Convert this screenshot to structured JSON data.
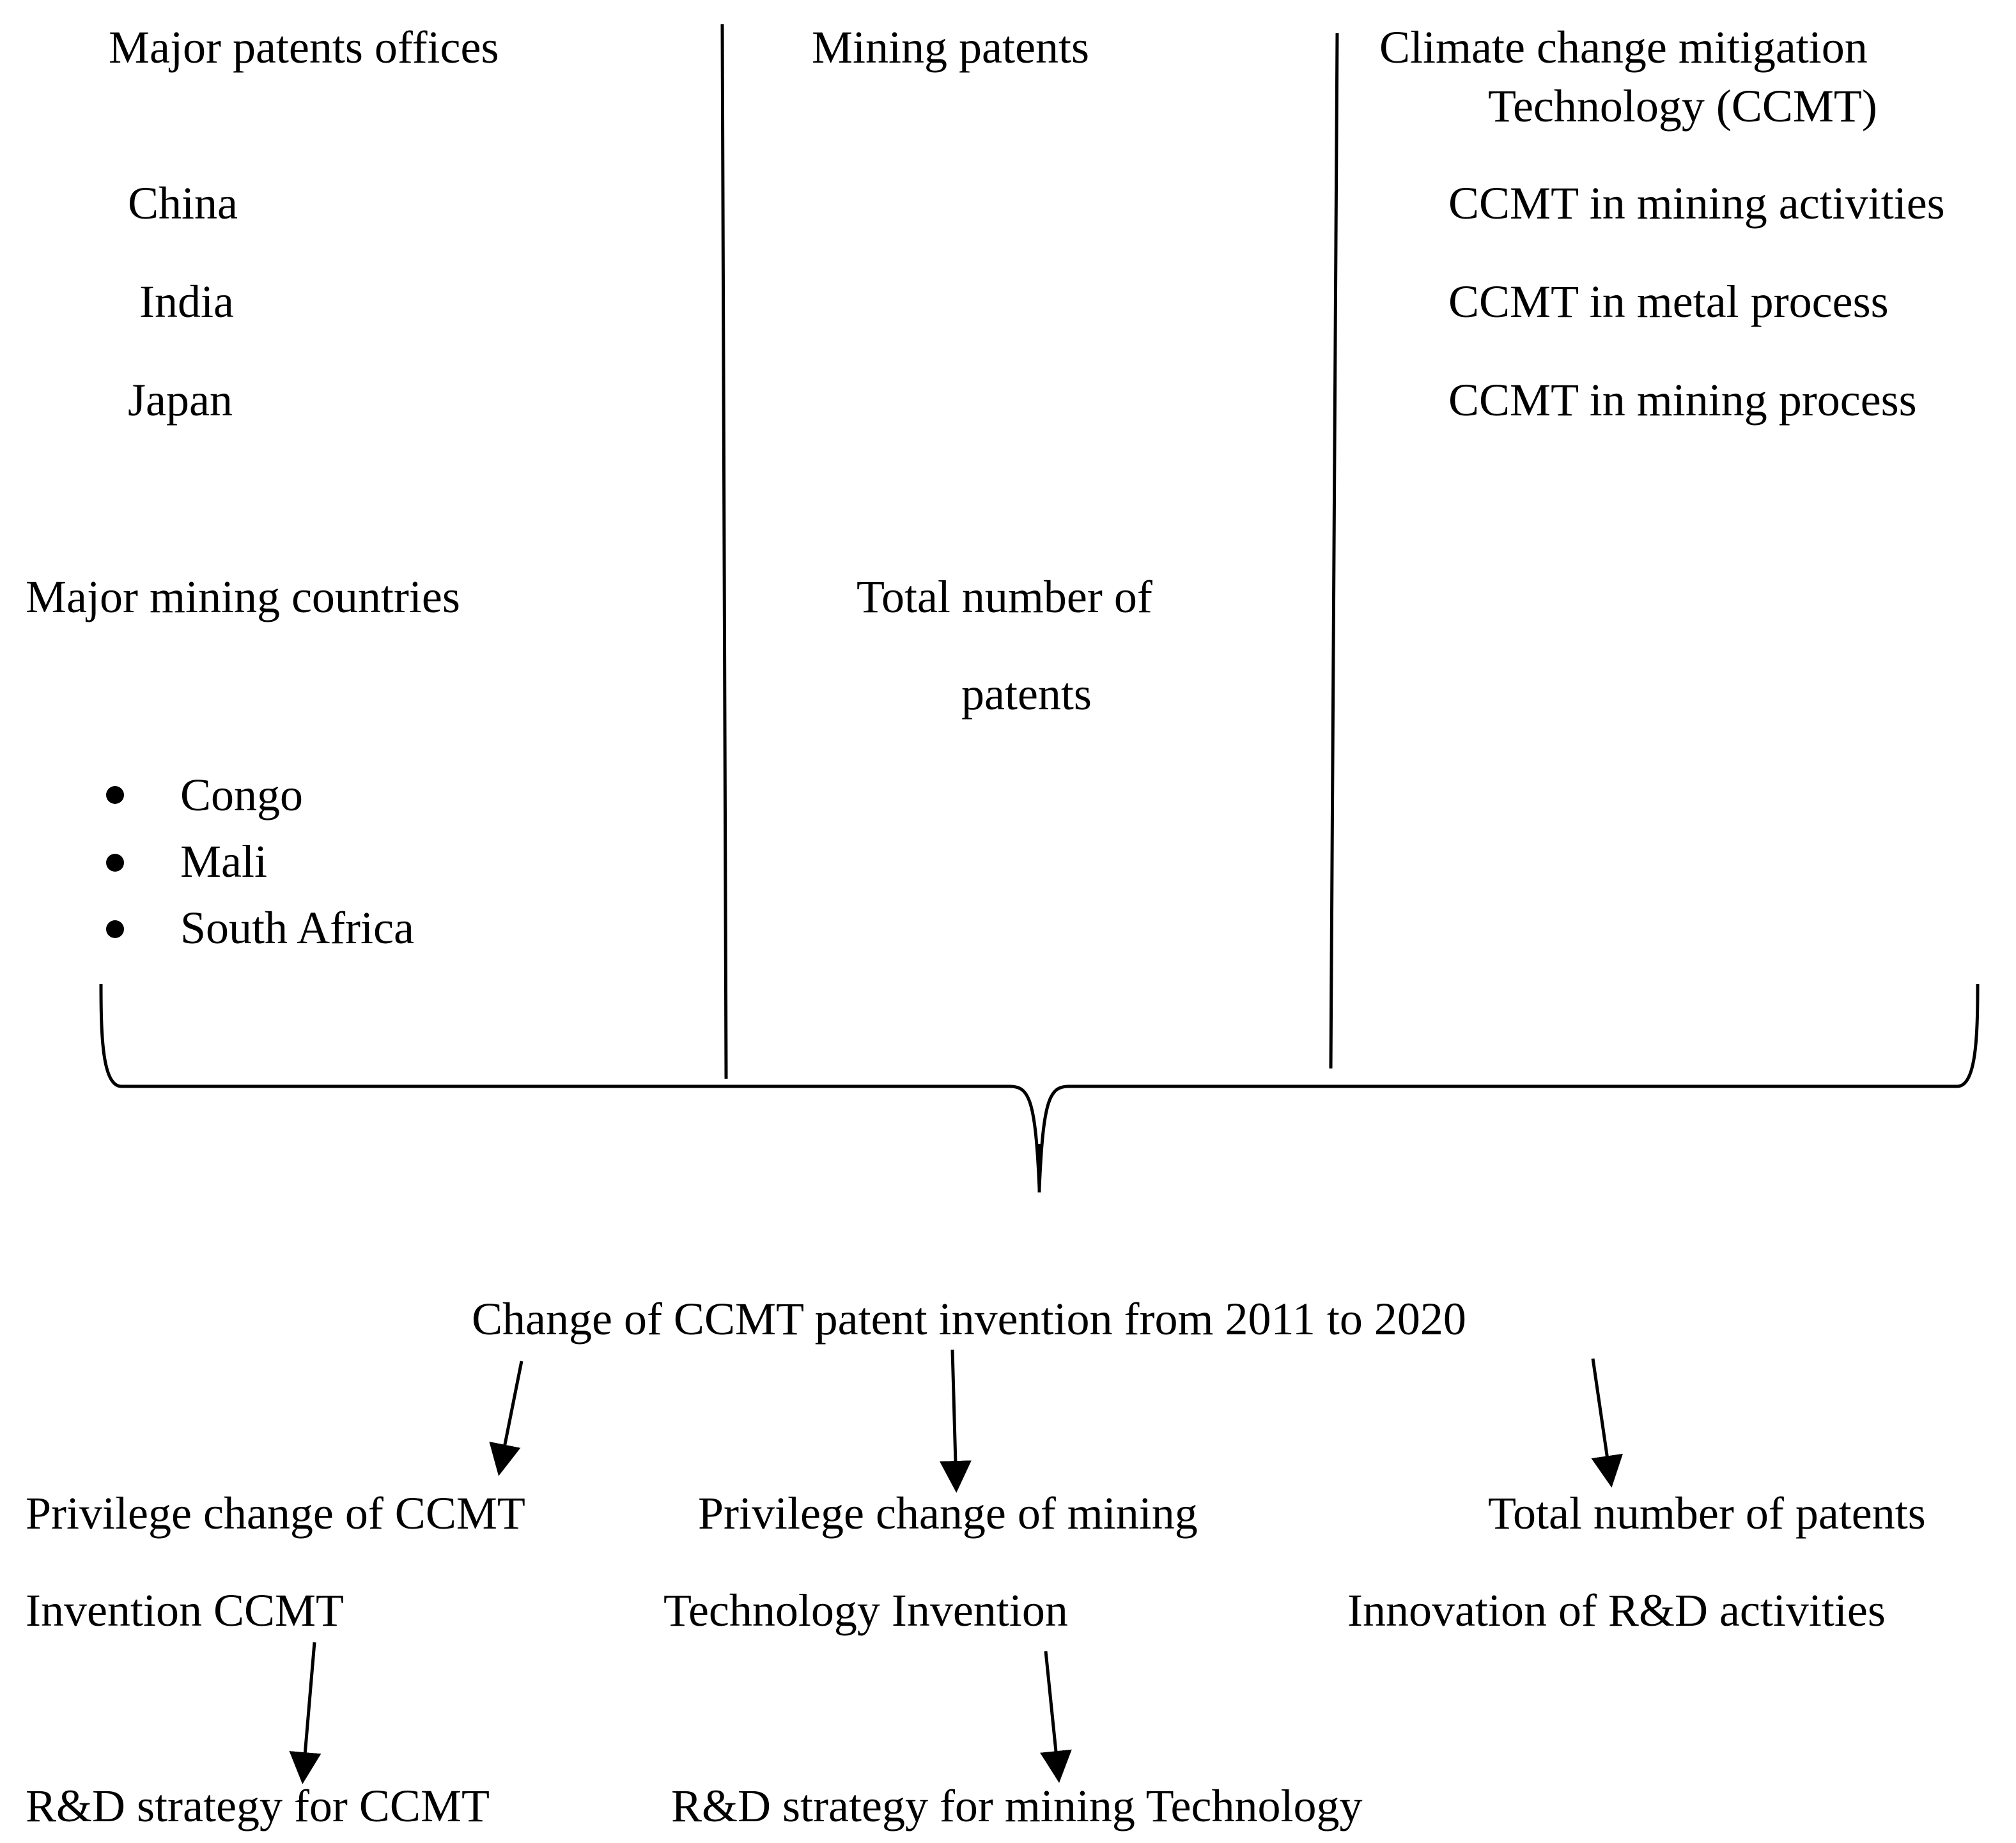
{
  "columns": {
    "left": {
      "heading": "Major patents offices",
      "offices": [
        "China",
        "India",
        "Japan"
      ],
      "countries_heading": "Major mining countries",
      "countries": [
        "Congo",
        "Mali",
        "South Africa"
      ]
    },
    "middle": {
      "heading": "Mining patents",
      "total_line1": "Total number of",
      "total_line2": "patents"
    },
    "right": {
      "heading_line1": "Climate change mitigation",
      "heading_line2": "Technology (CCMT)",
      "items": [
        "CCMT in mining activities",
        "CCMT in metal process",
        "CCMT in mining process"
      ]
    }
  },
  "center": {
    "title": "Change of CCMT patent invention from 2011 to 2020"
  },
  "outcomes": {
    "left_line1": "Privilege change of CCMT",
    "left_line2": "Invention CCMT",
    "middle_line1": "Privilege change of mining",
    "middle_line2": "Technology Invention",
    "right_line1": "Total number of patents",
    "right_line2": "Innovation of R&D activities"
  },
  "strategies": {
    "left": "R&D strategy for CCMT",
    "middle": "R&D strategy for mining Technology"
  }
}
